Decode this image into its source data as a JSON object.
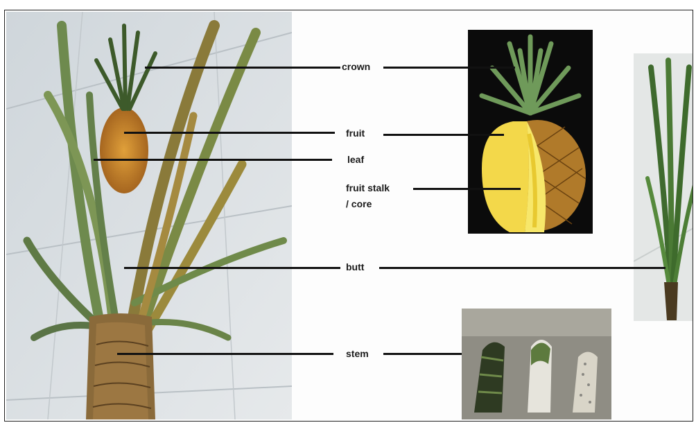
{
  "labels": {
    "crown": "crown",
    "fruit": "fruit",
    "leaf": "leaf",
    "fruit_stalk_line1": "fruit stalk",
    "fruit_stalk_line2": "/ core",
    "butt": "butt",
    "stem": "stem"
  },
  "colors": {
    "leader_line": "#111111",
    "label_text": "#1a1a1a",
    "frame_border": "#222222"
  },
  "photos": [
    "whole-pineapple-plant-photo",
    "cut-pineapple-fruit-photo",
    "pineapple-slip-photo",
    "pineapple-stem-pieces-photo"
  ]
}
